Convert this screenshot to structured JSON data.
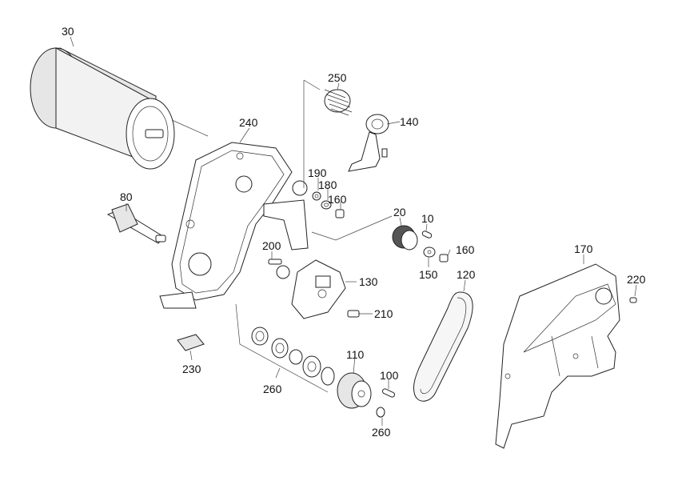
{
  "labels": {
    "p30": "30",
    "p240": "240",
    "p250": "250",
    "p140": "140",
    "p190": "190",
    "p180": "180",
    "p160a": "160",
    "p80": "80",
    "p20": "20",
    "p10": "10",
    "p160b": "160",
    "p200": "200",
    "p150": "150",
    "p130": "130",
    "p120": "120",
    "p170": "170",
    "p220": "220",
    "p210": "210",
    "p230": "230",
    "p110": "110",
    "p100": "100",
    "p260a": "260",
    "p260b": "260"
  },
  "colors": {
    "line": "#222222",
    "fill": "#ffffff",
    "shade": "#e6e6e6"
  }
}
